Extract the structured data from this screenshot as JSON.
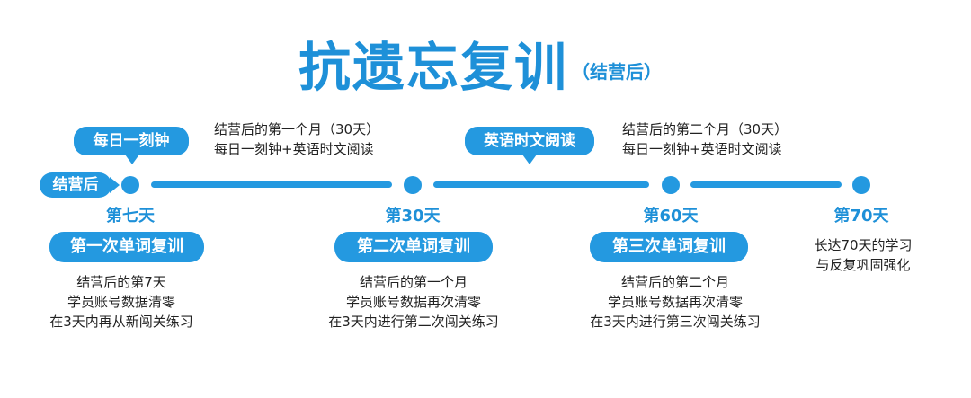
{
  "title": "抗遗忘复训",
  "subtitle": "（结营后）",
  "start_label": "结营后",
  "bubbles": [
    {
      "label": "每日一刻钟"
    },
    {
      "label": "英语时文阅读"
    }
  ],
  "period_notes": [
    {
      "line1": "结营后的第一个月（30天）",
      "line2": "每日一刻钟+英语时文阅读"
    },
    {
      "line1": "结营后的第二个月（30天）",
      "line2": "每日一刻钟+英语时文阅读"
    }
  ],
  "milestones": [
    {
      "day": "第七天",
      "review": "第一次单词复训",
      "lines": [
        "结营后的第7天",
        "学员账号数据清零",
        "在3天内再从新闯关练习"
      ]
    },
    {
      "day": "第30天",
      "review": "第二次单词复训",
      "lines": [
        "结营后的第一个月",
        "学员账号数据再次清零",
        "在3天内进行第二次闯关练习"
      ]
    },
    {
      "day": "第60天",
      "review": "第三次单词复训",
      "lines": [
        "结营后的第二个月",
        "学员账号数据再次清零",
        "在3天内进行第三次闯关练习"
      ]
    },
    {
      "day": "第70天",
      "lines": [
        "长达70天的学习",
        "与反复巩固强化"
      ]
    }
  ],
  "colors": {
    "accent": "#2499e0",
    "title": "#1e90d8"
  }
}
